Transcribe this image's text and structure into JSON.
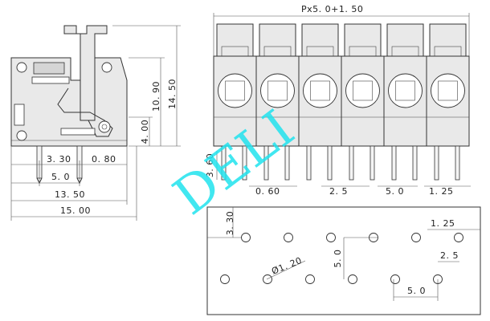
{
  "watermark": "DELI",
  "dimensions": {
    "top_pitch": "Px5. 0+1. 50",
    "height_total": "14. 50",
    "height_body": "10. 90",
    "height_base": "4. 00",
    "pin_offset": "3. 30",
    "pin_width": "0. 80",
    "pin_spacing": "5. 0",
    "body_depth": "13. 50",
    "overall_depth": "15. 00",
    "pin_length": "3. 60",
    "pin_thickness": "0. 60",
    "front_offset": "2. 5",
    "front_pitch": "5. 0",
    "front_edge": "1. 25"
  },
  "pcb_layout": {
    "row_offset": "3. 30",
    "edge_offset": "1. 25",
    "hole_diameter": "Ø1. 20",
    "row_spacing": "5. 0",
    "stagger": "2. 5",
    "pitch": "5. 0"
  },
  "colors": {
    "outline": "#333333",
    "body": "#e9e9e9",
    "watermark": "#21e3ee"
  }
}
